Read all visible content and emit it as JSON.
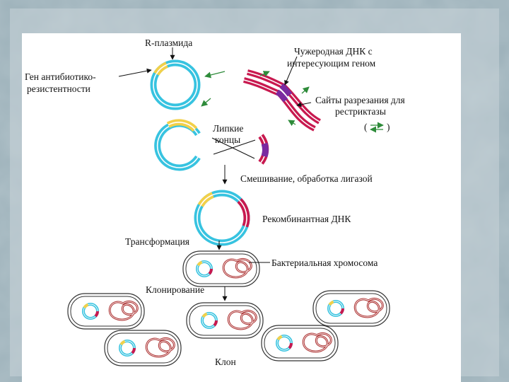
{
  "labels": {
    "r_plasmid": "R-плазмида",
    "antibiotic_gene_line1": "Ген антибиотико-",
    "antibiotic_gene_line2": "резистентности",
    "foreign_dna_line1": "Чужеродная ДНК с",
    "foreign_dna_line2": "интересующим геном",
    "cut_sites_line1": "Сайты разрезания для",
    "cut_sites_line2": "рестриктазы",
    "cut_sites_legend_open": "(",
    "cut_sites_legend_close": ")",
    "sticky_ends_line1": "Липкие",
    "sticky_ends_line2": "концы",
    "mixing": "Смешивание, обработка лигазой",
    "recombinant_dna": "Рекомбинантная ДНК",
    "transformation": "Трансформация",
    "bacterial_chromosome": "Бактериальная хромосома",
    "cloning": "Клонирование",
    "clone": "Клон"
  },
  "colors": {
    "plasmid": "#37c3e0",
    "resistance_gene": "#f2d049",
    "foreign_dna": "#c8194f",
    "target_gene": "#7a2aa0",
    "arrow_green": "#2e8b3a",
    "chromosome": "#b03a3a"
  }
}
